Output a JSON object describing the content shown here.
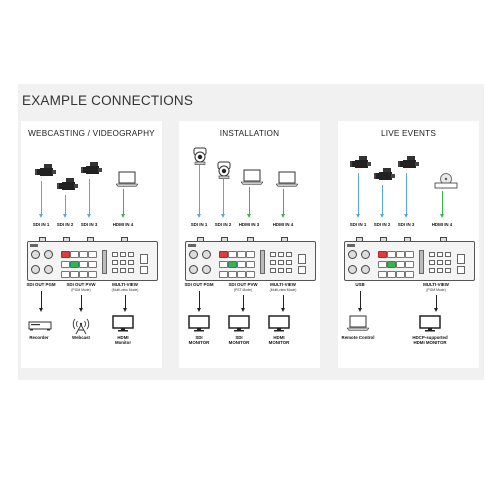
{
  "heading": "EXAMPLE CONNECTIONS",
  "panels": [
    {
      "title": "WEBCASTING / VIDEOGRAPHY",
      "inputs": [
        "SDI IN 1",
        "SDI IN 2",
        "SDI IN 3",
        "HDMI IN 4"
      ],
      "outputs": [
        {
          "label": "SDI OUT PGM",
          "sub": ""
        },
        {
          "label": "SDI OUT PVW",
          "sub": "(PGM Mode)"
        },
        {
          "label": "MULTI-VIEW",
          "sub": "(Multi-view Mode)"
        }
      ],
      "destinations": [
        "Recorder",
        "Webcast",
        "HDMI\nMonitor"
      ]
    },
    {
      "title": "INSTALLATION",
      "inputs": [
        "SDI IN 1",
        "SDI IN 2",
        "HDMI IN 3",
        "HDMI IN 4"
      ],
      "outputs": [
        {
          "label": "SDI OUT PGM",
          "sub": ""
        },
        {
          "label": "SDI OUT PVW",
          "sub": "(PST Mode)"
        },
        {
          "label": "MULTI-VIEW",
          "sub": "(Multi-view Mode)"
        }
      ],
      "destinations": [
        "SDI\nMONITOR",
        "SDI\nMONITOR",
        "HDMI\nMONITOR"
      ]
    },
    {
      "title": "LIVE EVENTS",
      "inputs": [
        "SDI IN 1",
        "SDI IN 2",
        "SDI IN 3",
        "HDMI IN 4"
      ],
      "outputs": [
        {
          "label": "USB",
          "sub": ""
        },
        {
          "label": "MULTI-VIEW",
          "sub": "(PGM Mode)"
        }
      ],
      "destinations": [
        "Remote Control",
        "HDCP-supported\nHDMI MONITOR"
      ]
    }
  ],
  "colors": {
    "sdi": "#5aa7dc",
    "hdmi": "#3db34a",
    "output": "#222222",
    "accent_red": "#e23b3b"
  },
  "icons": {
    "panel_1_sources": [
      "camcorder-icon",
      "camcorder-icon",
      "camcorder-icon",
      "laptop-icon"
    ],
    "panel_2_sources": [
      "ptz-camera-icon",
      "ptz-camera-icon",
      "laptop-icon",
      "laptop-icon"
    ],
    "panel_3_sources": [
      "camcorder-icon",
      "camcorder-icon",
      "camcorder-icon",
      "bluray-player-icon"
    ],
    "panel_1_destinations": [
      "recorder-icon",
      "webcast-tower-icon",
      "monitor-icon"
    ],
    "panel_2_destinations": [
      "monitor-icon",
      "monitor-icon",
      "monitor-icon"
    ],
    "panel_3_destinations": [
      "laptop-icon",
      "monitor-icon"
    ]
  }
}
